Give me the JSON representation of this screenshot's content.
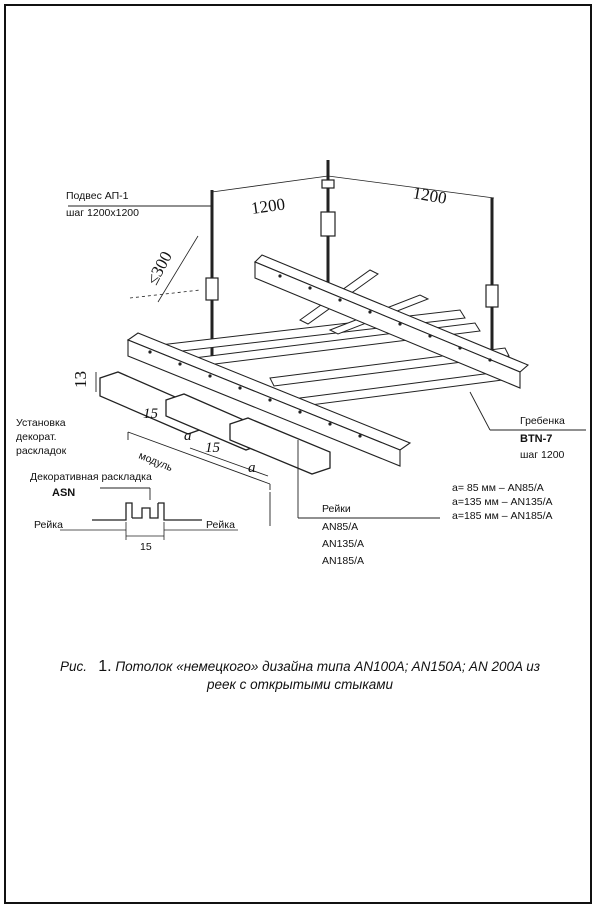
{
  "labels": {
    "hanger": "Подвес АП-1",
    "hanger_step": "шаг 1200х1200",
    "span_left": "1200",
    "span_right": "1200",
    "offset": "≤300",
    "height": "13",
    "install_1": "Установка",
    "install_2": "декорат.",
    "install_3": "раскладок",
    "gap_1": "15",
    "gap_2": "15",
    "a_1": "a",
    "a_2": "a",
    "module": "модуль",
    "deco_title": "Декоративная раскладка",
    "deco_code": "ASN",
    "rail_left": "Рейка",
    "rail_right": "Рейка",
    "gap_detail": "15",
    "comb_title": "Гребенка",
    "comb_code": "BTN-7",
    "comb_step": "шаг 1200",
    "rails_title": "Рейки",
    "rail_types": [
      "AN85/A",
      "AN135/A",
      "AN185/A"
    ],
    "a_values": [
      "а= 85 мм – AN85/A",
      "а=135 мм – AN135/A",
      "а=185 мм – AN185/A"
    ]
  },
  "caption": {
    "prefix": "Рис.",
    "number": "1.",
    "line1": "Потолок «немецкого» дизайна типа AN100A; AN150A; AN 200A из",
    "line2": "реек с открытыми стыками"
  }
}
